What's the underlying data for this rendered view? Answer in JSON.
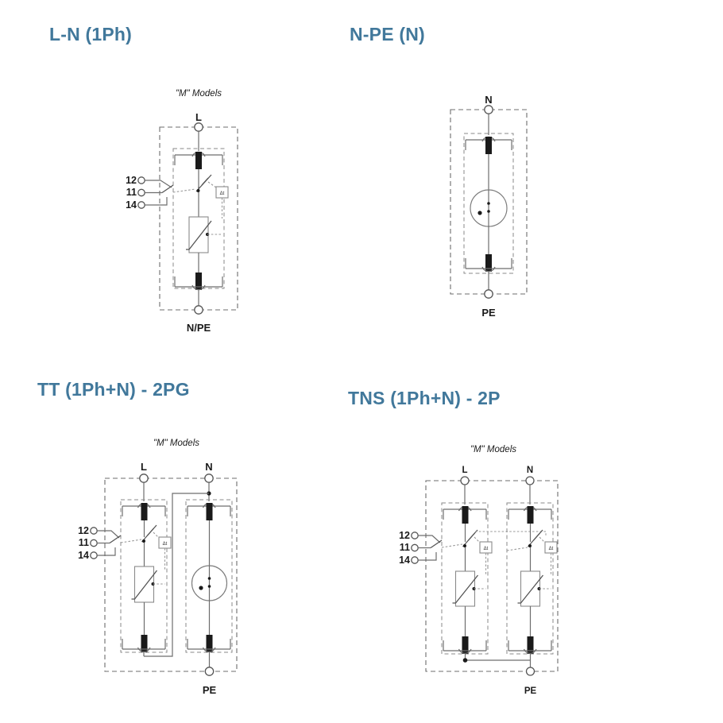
{
  "document": {
    "title": "Surge Protection Device Connection Diagrams",
    "accent_color": "#41789b",
    "background_color": "#ffffff"
  },
  "panels": [
    {
      "id": "l-n-1ph",
      "title": "L-N (1Ph)",
      "models_note": "\"M\" Models",
      "top_terminal": "L",
      "bottom_terminal": "N/PE",
      "contact_terminals": [
        "12",
        "11",
        "14"
      ],
      "thermal_label": "Δt",
      "modules": [
        {
          "line": "L",
          "protector": "varistor",
          "has_remote_contact": true
        }
      ]
    },
    {
      "id": "n-pe-n",
      "title": "N-PE (N)",
      "models_note": "",
      "top_terminal": "N",
      "bottom_terminal": "PE",
      "contact_terminals": [],
      "thermal_label": "",
      "modules": [
        {
          "line": "N",
          "protector": "spark-gap",
          "has_remote_contact": false
        }
      ]
    },
    {
      "id": "tt-1ph-n-2pg",
      "title": "TT (1Ph+N) - 2PG",
      "models_note": "\"M\" Models",
      "top_terminal": "",
      "bottom_terminal": "PE",
      "line_terminals": [
        "L",
        "N"
      ],
      "contact_terminals": [
        "12",
        "11",
        "14"
      ],
      "thermal_label": "Δt",
      "modules": [
        {
          "line": "L",
          "protector": "varistor",
          "has_remote_contact": true
        },
        {
          "line": "N",
          "protector": "spark-gap",
          "has_remote_contact": false
        }
      ]
    },
    {
      "id": "tns-1ph-n-2p",
      "title": "TNS (1Ph+N) - 2P",
      "models_note": "\"M\" Models",
      "top_terminal": "",
      "bottom_terminal": "PE",
      "line_terminals": [
        "L",
        "N"
      ],
      "contact_terminals": [
        "12",
        "11",
        "14"
      ],
      "thermal_label": "Δt",
      "modules": [
        {
          "line": "L",
          "protector": "varistor",
          "has_remote_contact": true
        },
        {
          "line": "N",
          "protector": "varistor",
          "has_remote_contact": true
        }
      ]
    }
  ]
}
